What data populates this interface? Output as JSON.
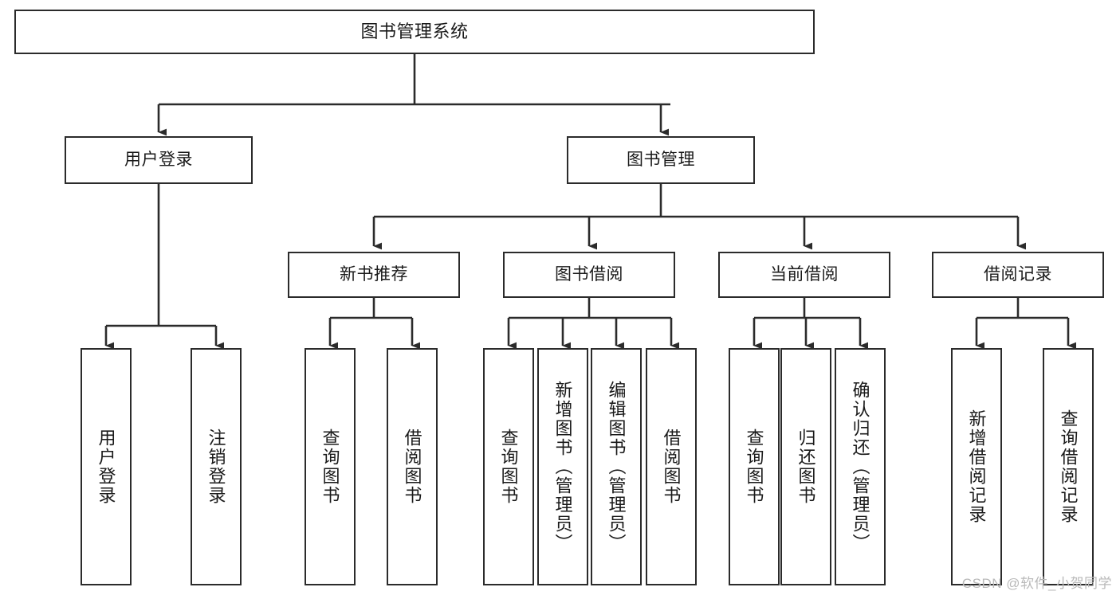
{
  "diagram": {
    "title": "图书管理系统",
    "type": "hierarchy-tree",
    "watermark": "CSDN @软件_小贺同学",
    "colors": {
      "border": "#2b2b2b",
      "background": "#ffffff",
      "text": "#1a1a1a",
      "watermark": "#b9b9b9"
    },
    "levels": {
      "root": [
        "图书管理系统"
      ],
      "level1": [
        "用户登录",
        "图书管理"
      ],
      "level2": [
        "新书推荐",
        "图书借阅",
        "当前借阅",
        "借阅记录"
      ],
      "leaves": [
        "用户登录",
        "注销登录",
        "查询图书",
        "借阅图书",
        "查询图书",
        "新增图书（管理员）",
        "编辑图书（管理员）",
        "借阅图书",
        "查询图书",
        "归还图书",
        "确认归还（管理员）",
        "新增借阅记录",
        "查询借阅记录"
      ]
    },
    "nodes": {
      "root": {
        "label": "图书管理系统"
      },
      "user_login": {
        "label": "用户登录"
      },
      "book_manage": {
        "label": "图书管理"
      },
      "new_book_rec": {
        "label": "新书推荐"
      },
      "book_borrow": {
        "label": "图书借阅"
      },
      "current_borrow": {
        "label": "当前借阅"
      },
      "borrow_record": {
        "label": "借阅记录"
      },
      "leaf_user_login": {
        "label": "用户登录"
      },
      "leaf_logout": {
        "label": "注销登录"
      },
      "leaf_query_book_1": {
        "label": "查询图书"
      },
      "leaf_borrow_book_1": {
        "label": "借阅图书"
      },
      "leaf_query_book_2": {
        "label": "查询图书"
      },
      "leaf_add_book": {
        "label": "新增图书（管理员）"
      },
      "leaf_edit_book": {
        "label": "编辑图书（管理员）"
      },
      "leaf_borrow_book_2": {
        "label": "借阅图书"
      },
      "leaf_query_book_3": {
        "label": "查询图书"
      },
      "leaf_return_book": {
        "label": "归还图书"
      },
      "leaf_confirm_return": {
        "label": "确认归还（管理员）"
      },
      "leaf_add_record": {
        "label": "新增借阅记录"
      },
      "leaf_query_record": {
        "label": "查询借阅记录"
      }
    }
  }
}
